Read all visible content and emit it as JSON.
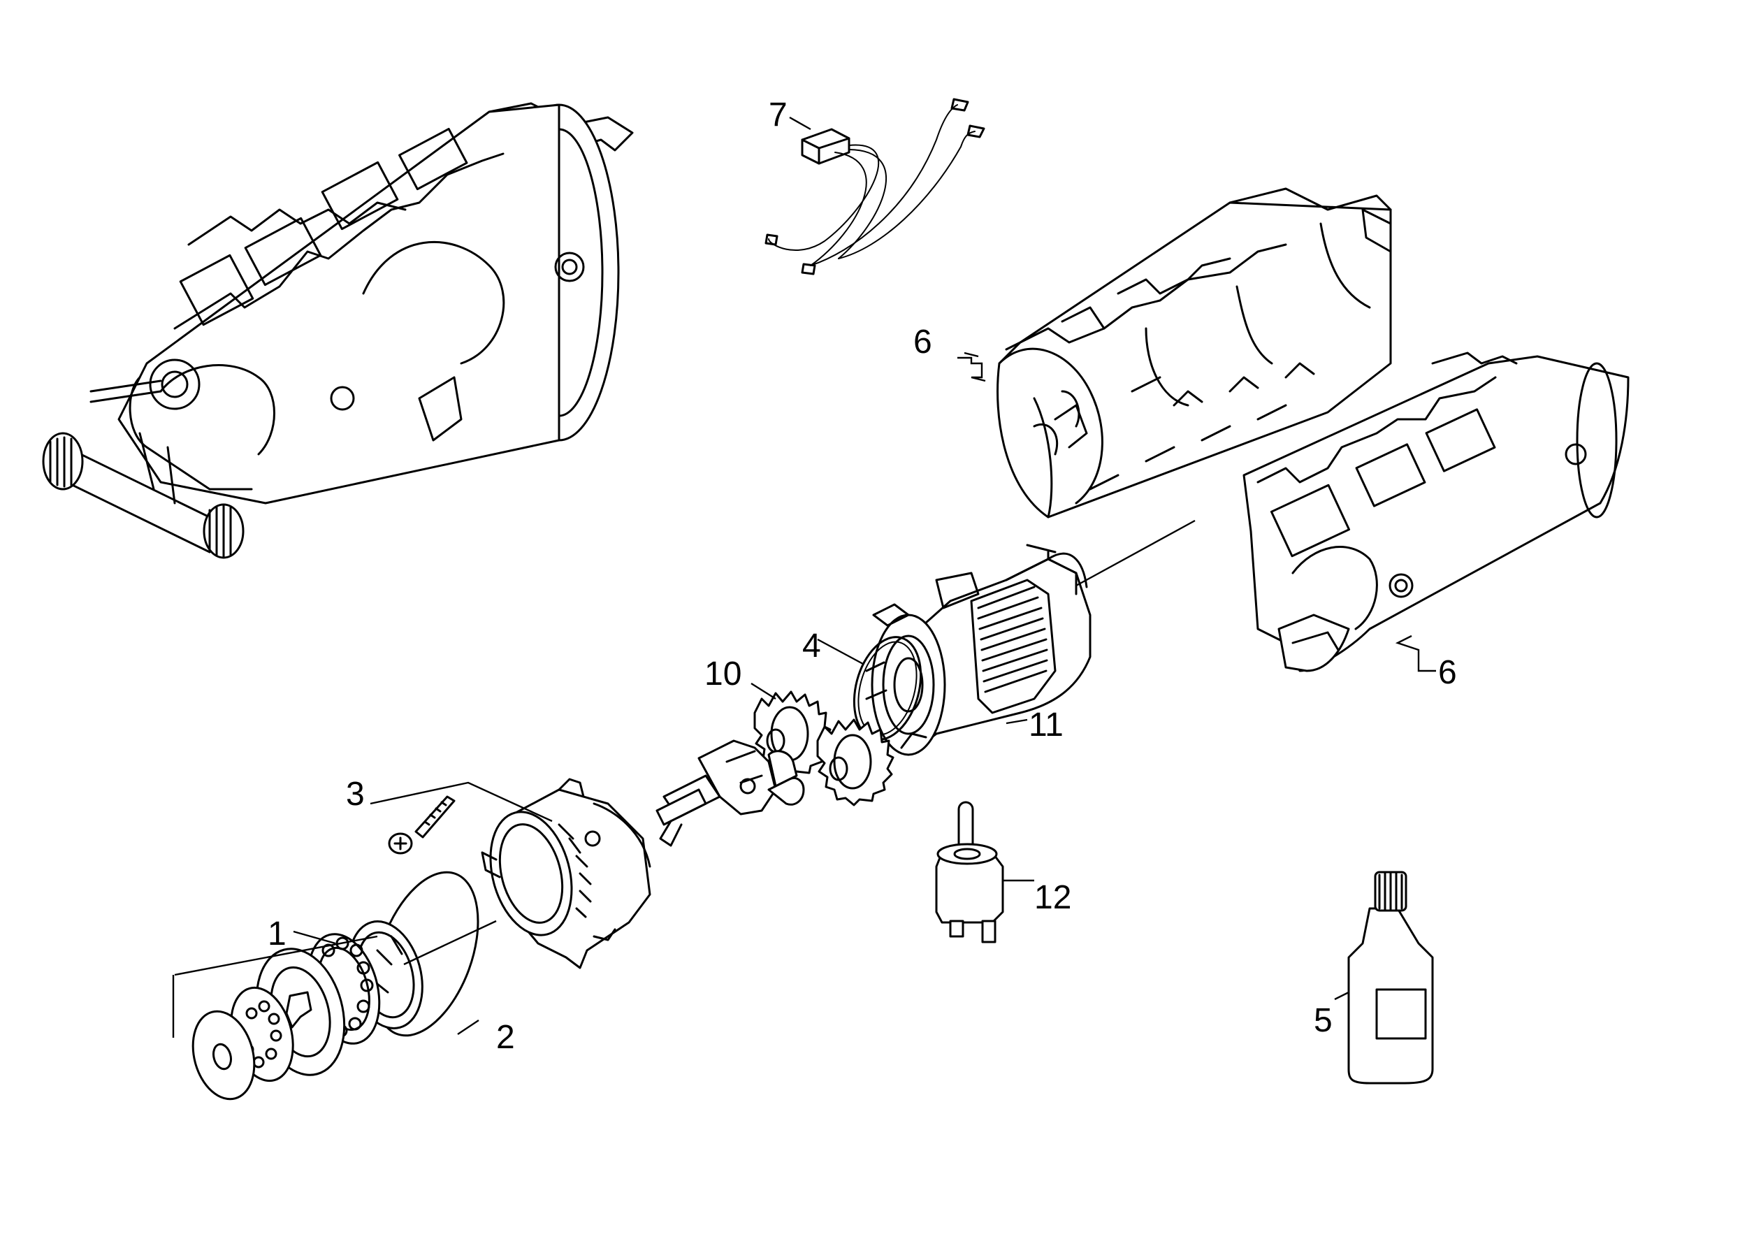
{
  "callouts": [
    {
      "id": "c1",
      "text": "1"
    },
    {
      "id": "c2",
      "text": "2"
    },
    {
      "id": "c3",
      "text": "3"
    },
    {
      "id": "c4",
      "text": "4"
    },
    {
      "id": "c5",
      "text": "5"
    },
    {
      "id": "c6a",
      "text": "6"
    },
    {
      "id": "c6b",
      "text": "6"
    },
    {
      "id": "c7",
      "text": "7"
    },
    {
      "id": "c10",
      "text": "10"
    },
    {
      "id": "c11",
      "text": "11"
    },
    {
      "id": "c12",
      "text": "12"
    }
  ]
}
